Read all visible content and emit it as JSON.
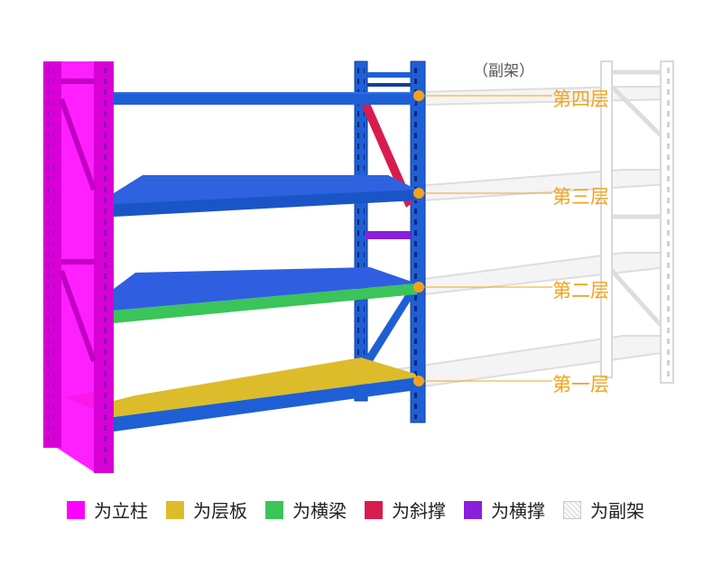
{
  "caption_auxiliary": "（副架）",
  "levels": [
    {
      "label": "第四层"
    },
    {
      "label": "第三层"
    },
    {
      "label": "第二层"
    },
    {
      "label": "第一层"
    }
  ],
  "legend": [
    {
      "label": "为立柱",
      "color": "#ff00ff"
    },
    {
      "label": "为层板",
      "color": "#dcbc2a"
    },
    {
      "label": "为横梁",
      "color": "#3bc45a"
    },
    {
      "label": "为斜撑",
      "color": "#d81c4e"
    },
    {
      "label": "为横撑",
      "color": "#8a1fdc"
    },
    {
      "label": "为副架",
      "color": "#d9d9d9"
    }
  ],
  "colors": {
    "frame_blue": "#1e5fd6",
    "frame_dark": "#123e9e",
    "callout": "#f2a31c",
    "auxiliary_frame": "#dcdcdc"
  }
}
